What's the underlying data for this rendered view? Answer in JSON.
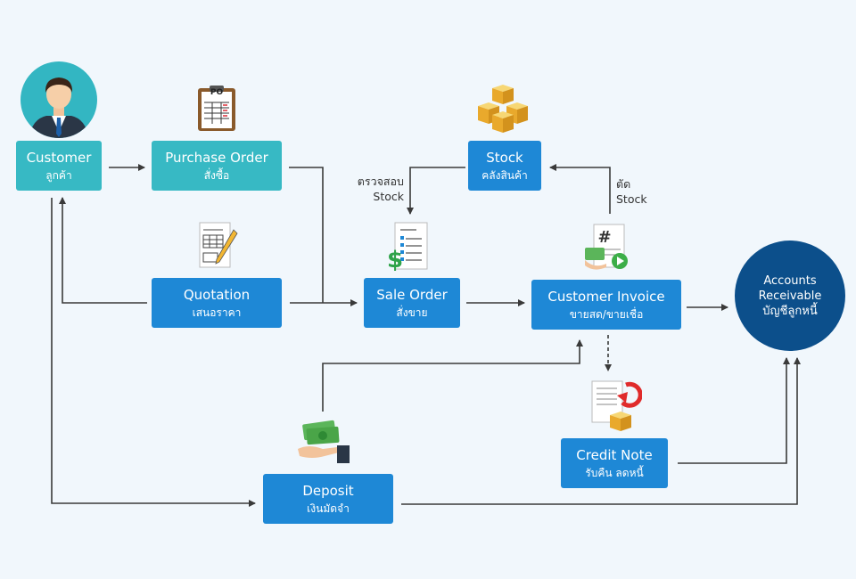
{
  "nodes": {
    "customer": {
      "title": "Customer",
      "sub": "ลูกค้า"
    },
    "purchase_order": {
      "title": "Purchase Order",
      "sub": "สั่งซื้อ"
    },
    "stock": {
      "title": "Stock",
      "sub": "คลังสินค้า"
    },
    "quotation": {
      "title": "Quotation",
      "sub": "เสนอราคา"
    },
    "sale_order": {
      "title": "Sale Order",
      "sub": "สั่งขาย"
    },
    "customer_invoice": {
      "title": "Customer Invoice",
      "sub": "ขายสด/ขายเชื่อ"
    },
    "credit_note": {
      "title": "Credit Note",
      "sub": "รับคืน ลดหนี้"
    },
    "deposit": {
      "title": "Deposit",
      "sub": "เงินมัดจำ"
    },
    "accounts_receivable": {
      "line1": "Accounts",
      "line2": "Receivable",
      "line3": "บัญชีลูกหนี้"
    }
  },
  "edge_labels": {
    "check_stock": {
      "line1": "ตรวจสอบ",
      "line2": "Stock"
    },
    "cut_stock": {
      "line1": "ตัด",
      "line2": "Stock"
    }
  },
  "icons": {
    "po_doc_text": "PO"
  },
  "colors": {
    "teal": "#37b9c4",
    "blue": "#1e88d6",
    "navy": "#0c4f8b",
    "arrow": "#3a3a3a",
    "background": "#f1f7fc"
  }
}
